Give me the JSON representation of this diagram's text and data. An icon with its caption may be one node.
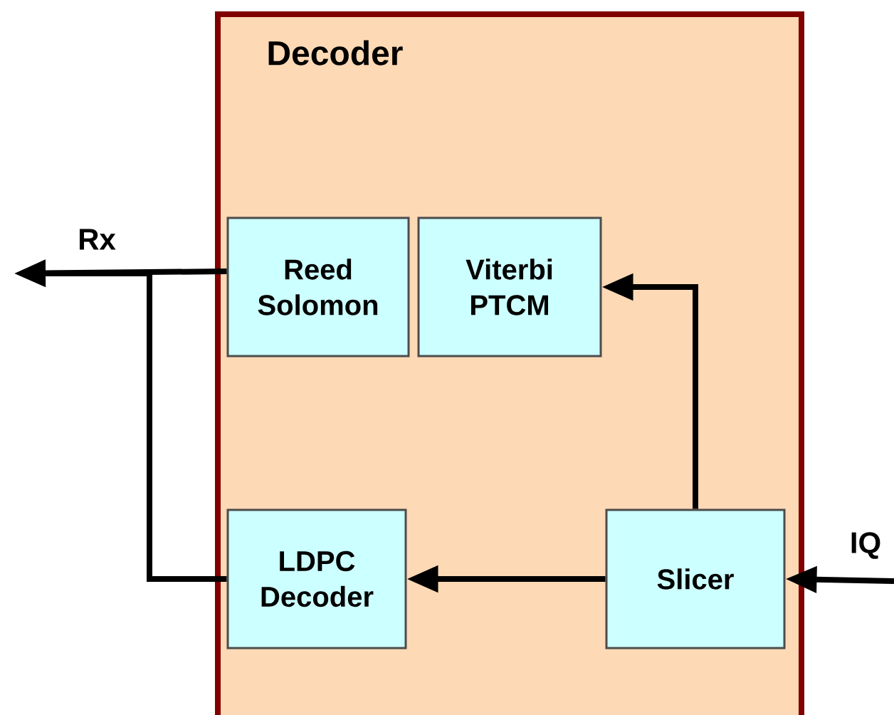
{
  "diagram": {
    "nodes": [
      {
        "text": [
          "Decoder"
        ]
      },
      {
        "text": [
          "Reed Solomon"
        ],
        "in": 0
      },
      {
        "text": [
          "Viterbi PTCM"
        ],
        "in": 0
      },
      {
        "text": [
          "LDPC Decoder"
        ],
        "in": 0
      },
      {
        "text": [
          "Slicer"
        ],
        "in": 0
      }
    ],
    "edges": [
      {
        "from": 1,
        "to": null,
        "arrow": "to",
        "label": "Rx"
      },
      {
        "from": 3,
        "to": null,
        "arrow": "to"
      },
      {
        "from": 4,
        "to": 2,
        "arrow": "to"
      },
      {
        "from": 4,
        "to": 3,
        "arrow": "to"
      },
      {
        "from": null,
        "to": 4,
        "arrow": "to",
        "label": "IQ"
      }
    ]
  }
}
